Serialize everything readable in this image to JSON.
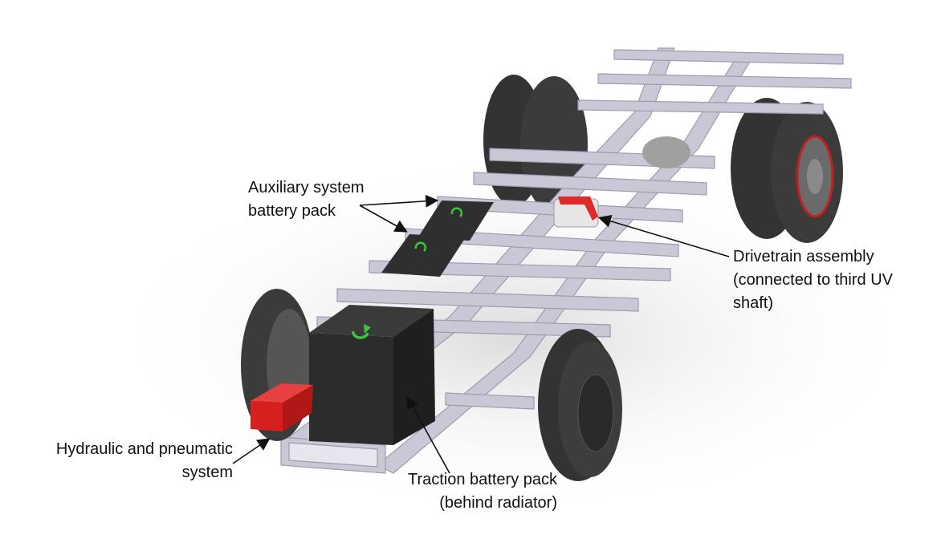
{
  "labels": {
    "auxiliary": [
      "Auxiliary system",
      "battery pack"
    ],
    "drivetrain": [
      "Drivetrain assembly",
      "(connected to third UV",
      "shaft)"
    ],
    "hydraulic": [
      "Hydraulic and pneumatic",
      "system"
    ],
    "traction": [
      "Traction battery pack",
      "(behind radiator)"
    ]
  },
  "colors": {
    "frame": "#c9c8d6",
    "frame_dark": "#a9a8b8",
    "tire": "#3b3b3b",
    "tire_dark": "#262626",
    "battery": "#2c2c2c",
    "hydraulic_box": "#d62020",
    "drivetrain_accent": "#e02a2a",
    "logo": "#3cc43c",
    "arrow": "#111111"
  },
  "icons": {
    "battery_logo": "recycle-arrow-icon"
  }
}
